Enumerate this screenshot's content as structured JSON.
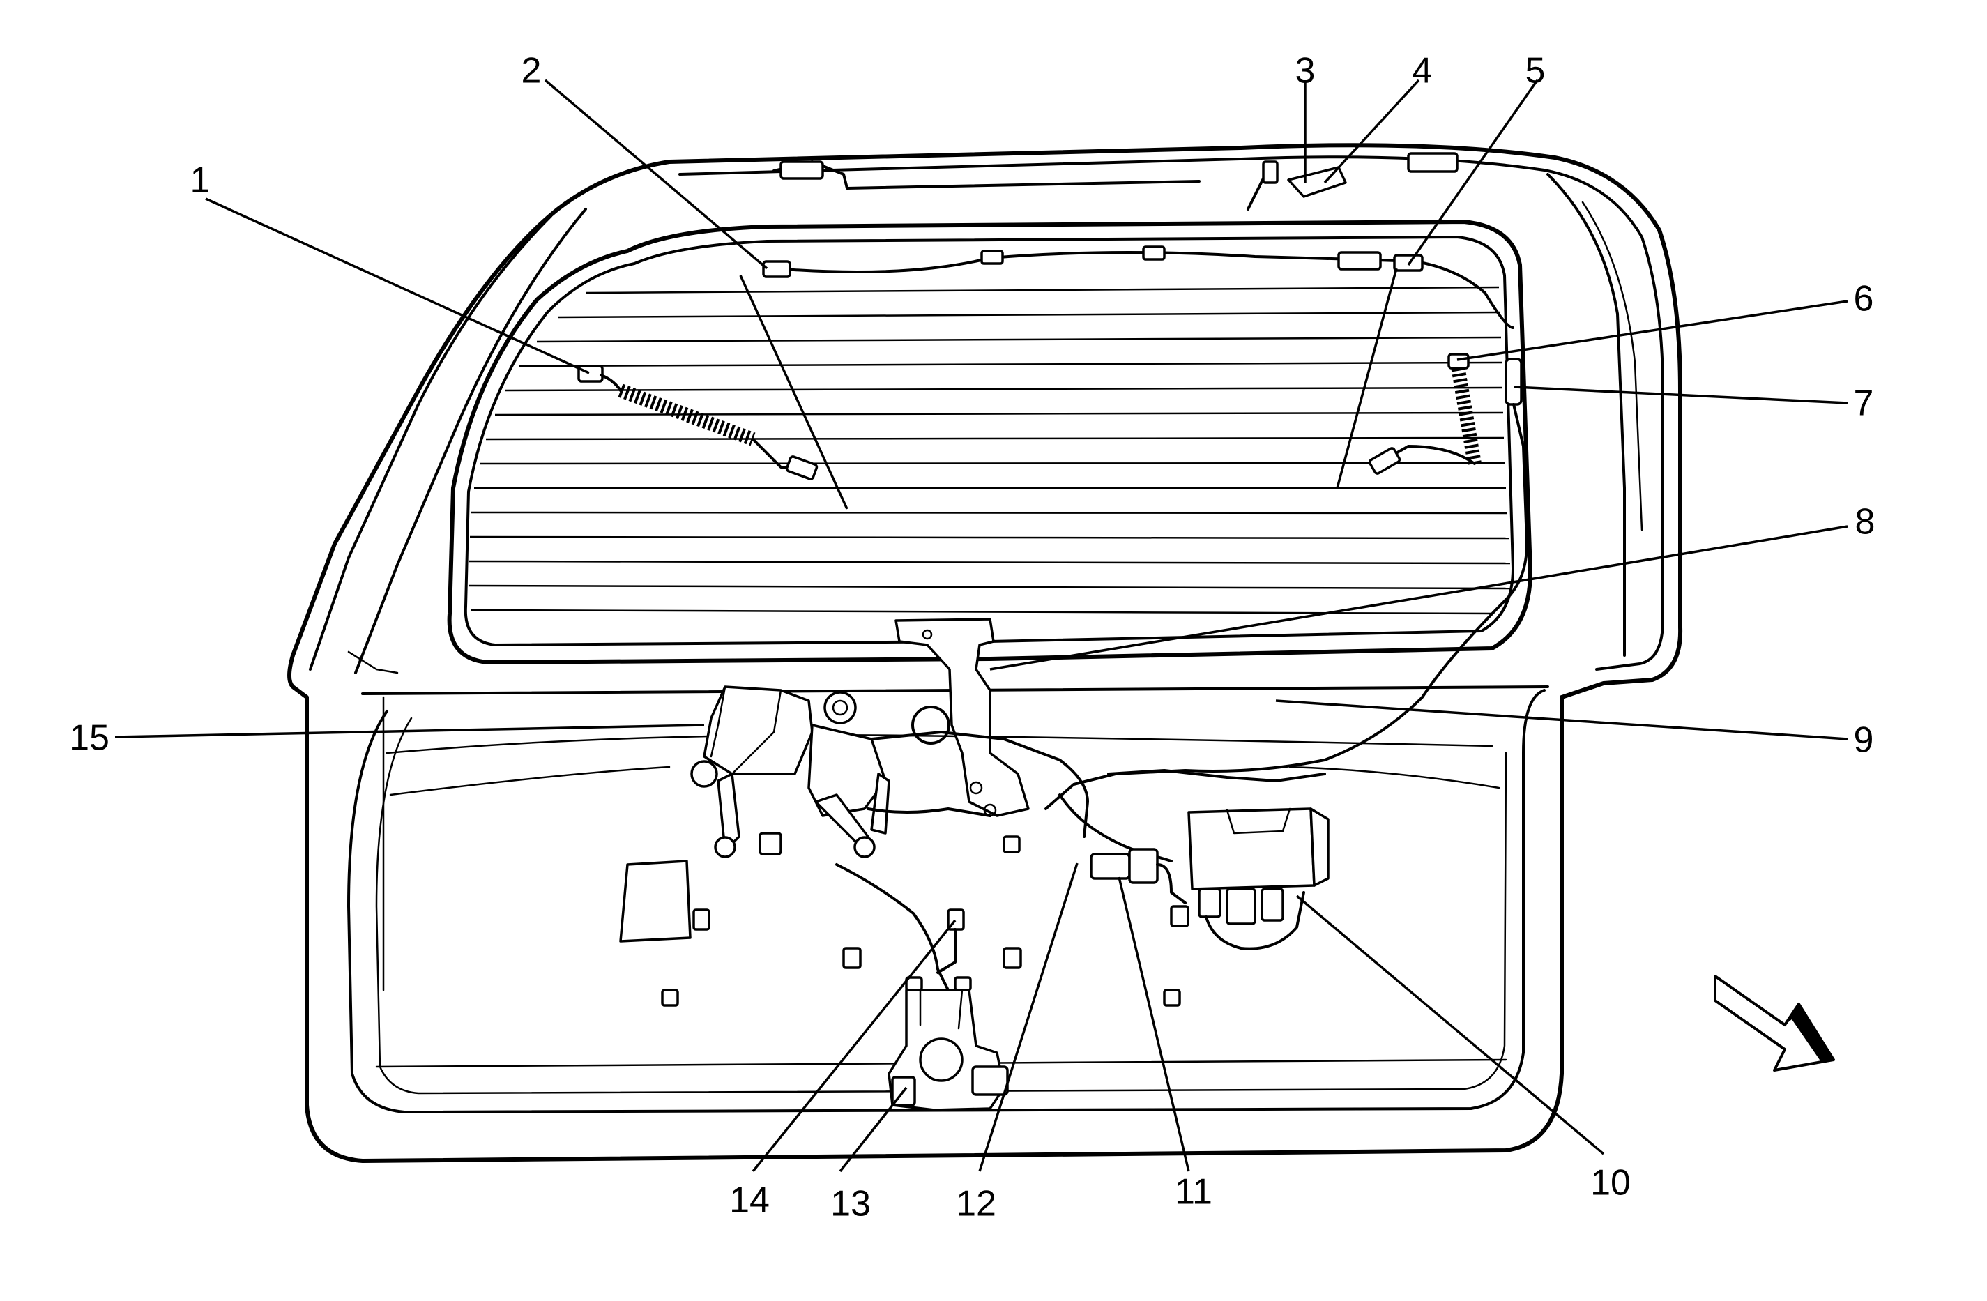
{
  "diagram": {
    "callouts": [
      {
        "id": "1",
        "label": "1"
      },
      {
        "id": "2",
        "label": "2"
      },
      {
        "id": "3",
        "label": "3"
      },
      {
        "id": "4",
        "label": "4"
      },
      {
        "id": "5",
        "label": "5"
      },
      {
        "id": "6",
        "label": "6"
      },
      {
        "id": "7",
        "label": "7"
      },
      {
        "id": "8",
        "label": "8"
      },
      {
        "id": "9",
        "label": "9"
      },
      {
        "id": "10",
        "label": "10"
      },
      {
        "id": "11",
        "label": "11"
      },
      {
        "id": "12",
        "label": "12"
      },
      {
        "id": "13",
        "label": "13"
      },
      {
        "id": "14",
        "label": "14"
      },
      {
        "id": "15",
        "label": "15"
      }
    ],
    "icons": {
      "view_direction": "view-direction-arrow-icon"
    }
  }
}
